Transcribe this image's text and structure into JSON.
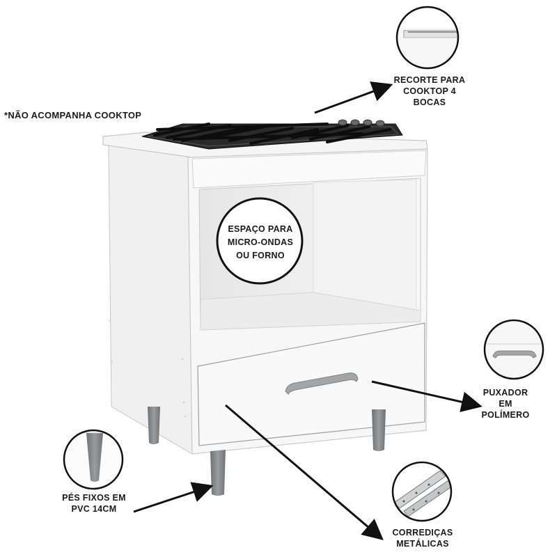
{
  "note": {
    "line1": "*NÃO ACOMPANHA COOKTOP"
  },
  "callouts": {
    "recorte": {
      "line1": "RECORTE PARA",
      "line2": "COOKTOP 4",
      "line3": "BOCAS"
    },
    "espaco": {
      "line1": "ESPAÇO PARA",
      "line2": "MICRO-ONDAS",
      "line3": "OU FORNO"
    },
    "puxador": {
      "line1": "PUXADOR",
      "line2": "EM",
      "line3": "POLÍMERO"
    },
    "pes": {
      "line1": "PÉS FIXOS EM",
      "line2": "PVC 14CM"
    },
    "corredicas": {
      "line1": "CORREDIÇAS",
      "line2": "METÁLICAS"
    }
  },
  "colors": {
    "cabinet_white": "#f4f4f4",
    "cabinet_shadow": "#d8d8d8",
    "edge": "#9a9a9a",
    "leg_gray": "#8a8d8f",
    "handle_gray": "#a3a6a8",
    "cooktop_black": "#1f1f1f",
    "outline": "#111111"
  },
  "icons": [
    "cooktop-icon",
    "drawer-handle-icon",
    "cabinet-leg-icon",
    "drawer-slide-icon"
  ]
}
